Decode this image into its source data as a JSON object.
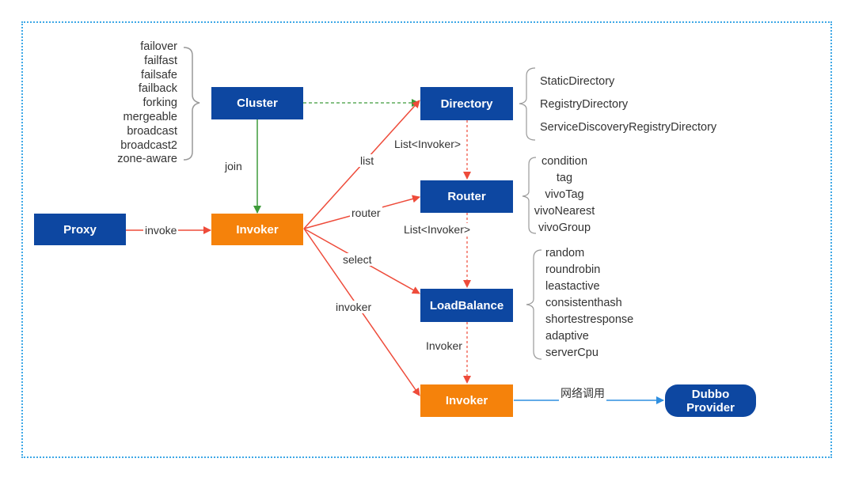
{
  "nodes": {
    "proxy": "Proxy",
    "cluster": "Cluster",
    "invoker_main": "Invoker",
    "directory": "Directory",
    "router": "Router",
    "loadbalance": "LoadBalance",
    "invoker_final": "Invoker",
    "provider": "Dubbo\nProvider"
  },
  "edge_labels": {
    "invoke": "invoke",
    "join": "join",
    "list": "list",
    "router": "router",
    "select": "select",
    "invoker": "invoker",
    "list_invoker_1": "List<Invoker>",
    "list_invoker_2": "List<Invoker>",
    "invoker_result": "Invoker",
    "network_call": "网络调用"
  },
  "cluster_strategies": [
    "failover",
    "failfast",
    "failsafe",
    "failback",
    "forking",
    "mergeable",
    "broadcast",
    "broadcast2",
    "zone-aware"
  ],
  "directory_types": [
    "StaticDirectory",
    "RegistryDirectory",
    "ServiceDiscoveryRegistryDirectory"
  ],
  "router_types": [
    "condition",
    "tag",
    "vivoTag",
    "vivoNearest",
    "vivoGroup"
  ],
  "loadbalance_types": [
    "random",
    "roundrobin",
    "leastactive",
    "consistenthash",
    "shortestresponse",
    "adaptive",
    "serverCpu"
  ],
  "colors": {
    "blue_node": "#0d47a1",
    "orange_node": "#f5820b",
    "red_arrow": "#ee4b3a",
    "green_arrow": "#3e9b3a",
    "blue_arrow": "#2f8fe0",
    "frame_border": "#3ea8e6"
  }
}
